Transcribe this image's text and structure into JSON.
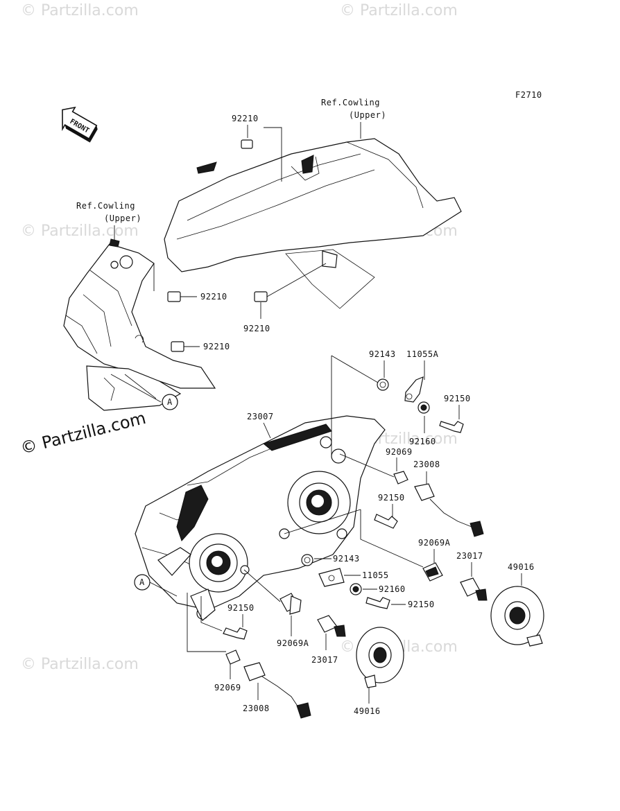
{
  "diagram_code": "F2710",
  "front_arrow_label": "FRONT",
  "ref_labels": {
    "cowling_upper_right": {
      "line1": "Ref.Cowling",
      "line2": "(Upper)"
    },
    "cowling_upper_left": {
      "line1": "Ref.Cowling",
      "line2": "(Upper)"
    }
  },
  "callout_letter": "A",
  "watermark_main": "© Partzilla.com",
  "watermark_faint": "© Partzilla.com",
  "part_labels": {
    "p92210_top": "92210",
    "p92210_mid_left": "92210",
    "p92210_mid_center": "92210",
    "p92210_low_left": "92210",
    "p92143_top": "92143",
    "p11055A": "11055A",
    "p92150_top": "92150",
    "p92160_top": "92160",
    "p23007": "23007",
    "p92069_top": "92069",
    "p23008_top": "23008",
    "p92150_mid": "92150",
    "p92069A_right": "92069A",
    "p23017_right": "23017",
    "p49016_right": "49016",
    "p92143_mid": "92143",
    "p11055": "11055",
    "p92160_mid": "92160",
    "p92150_low_right": "92150",
    "p92150_low_left": "92150",
    "p92069A_low": "92069A",
    "p23017_low": "23017",
    "p92069_low": "92069",
    "p23008_low": "23008",
    "p49016_low": "49016"
  }
}
